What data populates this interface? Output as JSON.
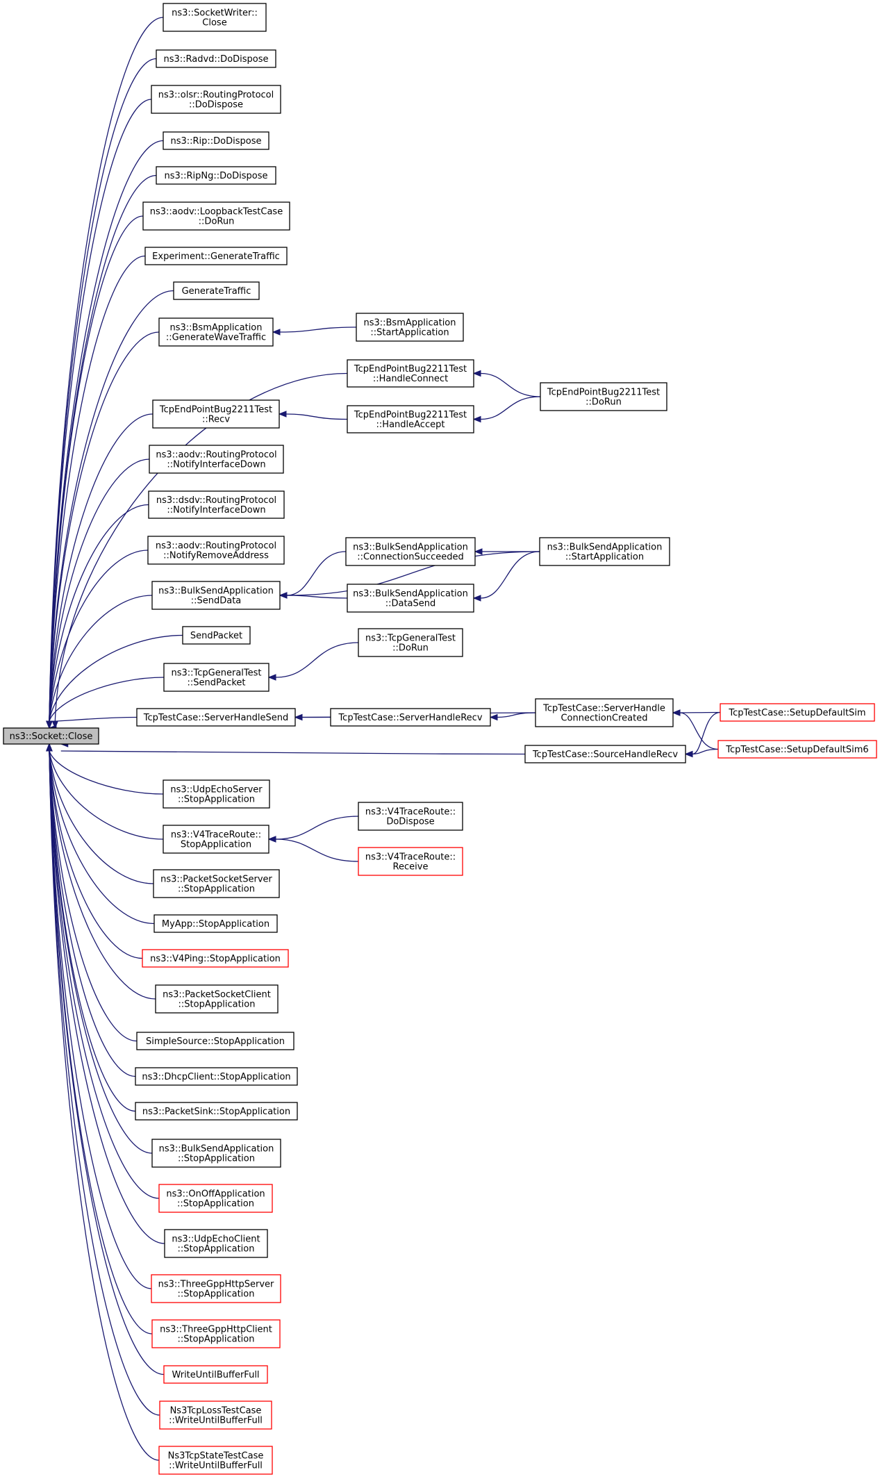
{
  "colors": {
    "edge": "#191970",
    "node_border": "#000000",
    "node_border_incomplete": "#ff0000",
    "root_fill": "#bfbfbf",
    "node_fill": "#ffffff"
  },
  "nodes": [
    {
      "id": "root",
      "lines": [
        "ns3::Socket::Close"
      ],
      "root": true
    },
    {
      "id": "n1",
      "lines": [
        "ns3::SocketWriter::",
        "Close"
      ]
    },
    {
      "id": "n2",
      "lines": [
        "ns3::Radvd::DoDispose"
      ]
    },
    {
      "id": "n3",
      "lines": [
        "ns3::olsr::RoutingProtocol",
        "::DoDispose"
      ]
    },
    {
      "id": "n4",
      "lines": [
        "ns3::Rip::DoDispose"
      ]
    },
    {
      "id": "n5",
      "lines": [
        "ns3::RipNg::DoDispose"
      ]
    },
    {
      "id": "n6",
      "lines": [
        "ns3::aodv::LoopbackTestCase",
        "::DoRun"
      ]
    },
    {
      "id": "n7",
      "lines": [
        "Experiment::GenerateTraffic"
      ]
    },
    {
      "id": "n8",
      "lines": [
        "GenerateTraffic"
      ]
    },
    {
      "id": "n9",
      "lines": [
        "ns3::BsmApplication",
        "::GenerateWaveTraffic"
      ]
    },
    {
      "id": "n9a",
      "lines": [
        "ns3::BsmApplication",
        "::StartApplication"
      ]
    },
    {
      "id": "hc",
      "lines": [
        "TcpEndPointBug2211Test",
        "::HandleConnect"
      ]
    },
    {
      "id": "tdr",
      "lines": [
        "TcpEndPointBug2211Test",
        "::DoRun"
      ]
    },
    {
      "id": "n10",
      "lines": [
        "TcpEndPointBug2211Test",
        "::Recv"
      ]
    },
    {
      "id": "ha",
      "lines": [
        "TcpEndPointBug2211Test",
        "::HandleAccept"
      ]
    },
    {
      "id": "n11",
      "lines": [
        "ns3::aodv::RoutingProtocol",
        "::NotifyInterfaceDown"
      ]
    },
    {
      "id": "n12",
      "lines": [
        "ns3::dsdv::RoutingProtocol",
        "::NotifyInterfaceDown"
      ]
    },
    {
      "id": "n13",
      "lines": [
        "ns3::aodv::RoutingProtocol",
        "::NotifyRemoveAddress"
      ]
    },
    {
      "id": "n14",
      "lines": [
        "ns3::BulkSendApplication",
        "::SendData"
      ]
    },
    {
      "id": "cs",
      "lines": [
        "ns3::BulkSendApplication",
        "::ConnectionSucceeded"
      ]
    },
    {
      "id": "ds",
      "lines": [
        "ns3::BulkSendApplication",
        "::DataSend"
      ]
    },
    {
      "id": "bsa",
      "lines": [
        "ns3::BulkSendApplication",
        "::StartApplication"
      ]
    },
    {
      "id": "n15",
      "lines": [
        "SendPacket"
      ]
    },
    {
      "id": "n16",
      "lines": [
        "ns3::TcpGeneralTest",
        "::SendPacket"
      ]
    },
    {
      "id": "tgd",
      "lines": [
        "ns3::TcpGeneralTest",
        "::DoRun"
      ]
    },
    {
      "id": "sh",
      "lines": [
        "TcpTestCase::ServerHandleSend"
      ]
    },
    {
      "id": "shr",
      "lines": [
        "TcpTestCase::ServerHandleRecv"
      ]
    },
    {
      "id": "shcc",
      "lines": [
        "TcpTestCase::ServerHandle",
        "ConnectionCreated"
      ]
    },
    {
      "id": "sds",
      "lines": [
        "TcpTestCase::SetupDefaultSim"
      ],
      "incomplete": true
    },
    {
      "id": "shrecv",
      "lines": [
        "TcpTestCase::SourceHandleRecv"
      ]
    },
    {
      "id": "sds6",
      "lines": [
        "TcpTestCase::SetupDefaultSim6"
      ],
      "incomplete": true
    },
    {
      "id": "n17",
      "lines": [
        "ns3::UdpEchoServer",
        "::StopApplication"
      ]
    },
    {
      "id": "n18",
      "lines": [
        "ns3::V4TraceRoute::",
        "StopApplication"
      ]
    },
    {
      "id": "v4dd",
      "lines": [
        "ns3::V4TraceRoute::",
        "DoDispose"
      ]
    },
    {
      "id": "v4rc",
      "lines": [
        "ns3::V4TraceRoute::",
        "Receive"
      ],
      "incomplete": true
    },
    {
      "id": "n19",
      "lines": [
        "ns3::PacketSocketServer",
        "::StopApplication"
      ]
    },
    {
      "id": "n20",
      "lines": [
        "MyApp::StopApplication"
      ]
    },
    {
      "id": "n21",
      "lines": [
        "ns3::V4Ping::StopApplication"
      ],
      "incomplete": true
    },
    {
      "id": "n22",
      "lines": [
        "ns3::PacketSocketClient",
        "::StopApplication"
      ]
    },
    {
      "id": "n23",
      "lines": [
        "SimpleSource::StopApplication"
      ]
    },
    {
      "id": "n24",
      "lines": [
        "ns3::DhcpClient::StopApplication"
      ]
    },
    {
      "id": "n25",
      "lines": [
        "ns3::PacketSink::StopApplication"
      ]
    },
    {
      "id": "n26",
      "lines": [
        "ns3::BulkSendApplication",
        "::StopApplication"
      ]
    },
    {
      "id": "n27",
      "lines": [
        "ns3::OnOffApplication",
        "::StopApplication"
      ],
      "incomplete": true
    },
    {
      "id": "n28",
      "lines": [
        "ns3::UdpEchoClient",
        "::StopApplication"
      ]
    },
    {
      "id": "n29",
      "lines": [
        "ns3::ThreeGppHttpServer",
        "::StopApplication"
      ],
      "incomplete": true
    },
    {
      "id": "n30",
      "lines": [
        "ns3::ThreeGppHttpClient",
        "::StopApplication"
      ],
      "incomplete": true
    },
    {
      "id": "n31",
      "lines": [
        "WriteUntilBufferFull"
      ],
      "incomplete": true
    },
    {
      "id": "n32",
      "lines": [
        "Ns3TcpLossTestCase",
        "::WriteUntilBufferFull"
      ],
      "incomplete": true
    },
    {
      "id": "n33",
      "lines": [
        "Ns3TcpStateTestCase",
        "::WriteUntilBufferFull"
      ],
      "incomplete": true
    }
  ],
  "edges": [
    {
      "from": "n1",
      "to": "root"
    },
    {
      "from": "n2",
      "to": "root"
    },
    {
      "from": "n3",
      "to": "root"
    },
    {
      "from": "n4",
      "to": "root"
    },
    {
      "from": "n5",
      "to": "root"
    },
    {
      "from": "n6",
      "to": "root"
    },
    {
      "from": "n7",
      "to": "root"
    },
    {
      "from": "n8",
      "to": "root"
    },
    {
      "from": "n9",
      "to": "root"
    },
    {
      "from": "hc",
      "to": "root"
    },
    {
      "from": "n10",
      "to": "root"
    },
    {
      "from": "n11",
      "to": "root"
    },
    {
      "from": "n12",
      "to": "root"
    },
    {
      "from": "n13",
      "to": "root"
    },
    {
      "from": "n14",
      "to": "root"
    },
    {
      "from": "n15",
      "to": "root"
    },
    {
      "from": "n16",
      "to": "root"
    },
    {
      "from": "sh",
      "to": "root"
    },
    {
      "from": "shrecv",
      "to": "root"
    },
    {
      "from": "n17",
      "to": "root"
    },
    {
      "from": "n18",
      "to": "root"
    },
    {
      "from": "n19",
      "to": "root"
    },
    {
      "from": "n20",
      "to": "root"
    },
    {
      "from": "n21",
      "to": "root"
    },
    {
      "from": "n22",
      "to": "root"
    },
    {
      "from": "n23",
      "to": "root"
    },
    {
      "from": "n24",
      "to": "root"
    },
    {
      "from": "n25",
      "to": "root"
    },
    {
      "from": "n26",
      "to": "root"
    },
    {
      "from": "n27",
      "to": "root"
    },
    {
      "from": "n28",
      "to": "root"
    },
    {
      "from": "n29",
      "to": "root"
    },
    {
      "from": "n30",
      "to": "root"
    },
    {
      "from": "n31",
      "to": "root"
    },
    {
      "from": "n32",
      "to": "root"
    },
    {
      "from": "n33",
      "to": "root"
    },
    {
      "from": "n9a",
      "to": "n9"
    },
    {
      "from": "tdr",
      "to": "hc"
    },
    {
      "from": "tdr",
      "to": "ha"
    },
    {
      "from": "ha",
      "to": "n10"
    },
    {
      "from": "cs",
      "to": "n14"
    },
    {
      "from": "ds",
      "to": "n14"
    },
    {
      "from": "bsa",
      "to": "n14"
    },
    {
      "from": "bsa",
      "to": "cs"
    },
    {
      "from": "bsa",
      "to": "ds"
    },
    {
      "from": "tgd",
      "to": "n16"
    },
    {
      "from": "shr",
      "to": "sh"
    },
    {
      "from": "shcc",
      "to": "sh"
    },
    {
      "from": "shcc",
      "to": "shr"
    },
    {
      "from": "sds",
      "to": "shcc"
    },
    {
      "from": "sds6",
      "to": "shcc"
    },
    {
      "from": "sds",
      "to": "shrecv"
    },
    {
      "from": "sds6",
      "to": "shrecv"
    },
    {
      "from": "v4dd",
      "to": "n18"
    },
    {
      "from": "v4rc",
      "to": "n18"
    }
  ]
}
